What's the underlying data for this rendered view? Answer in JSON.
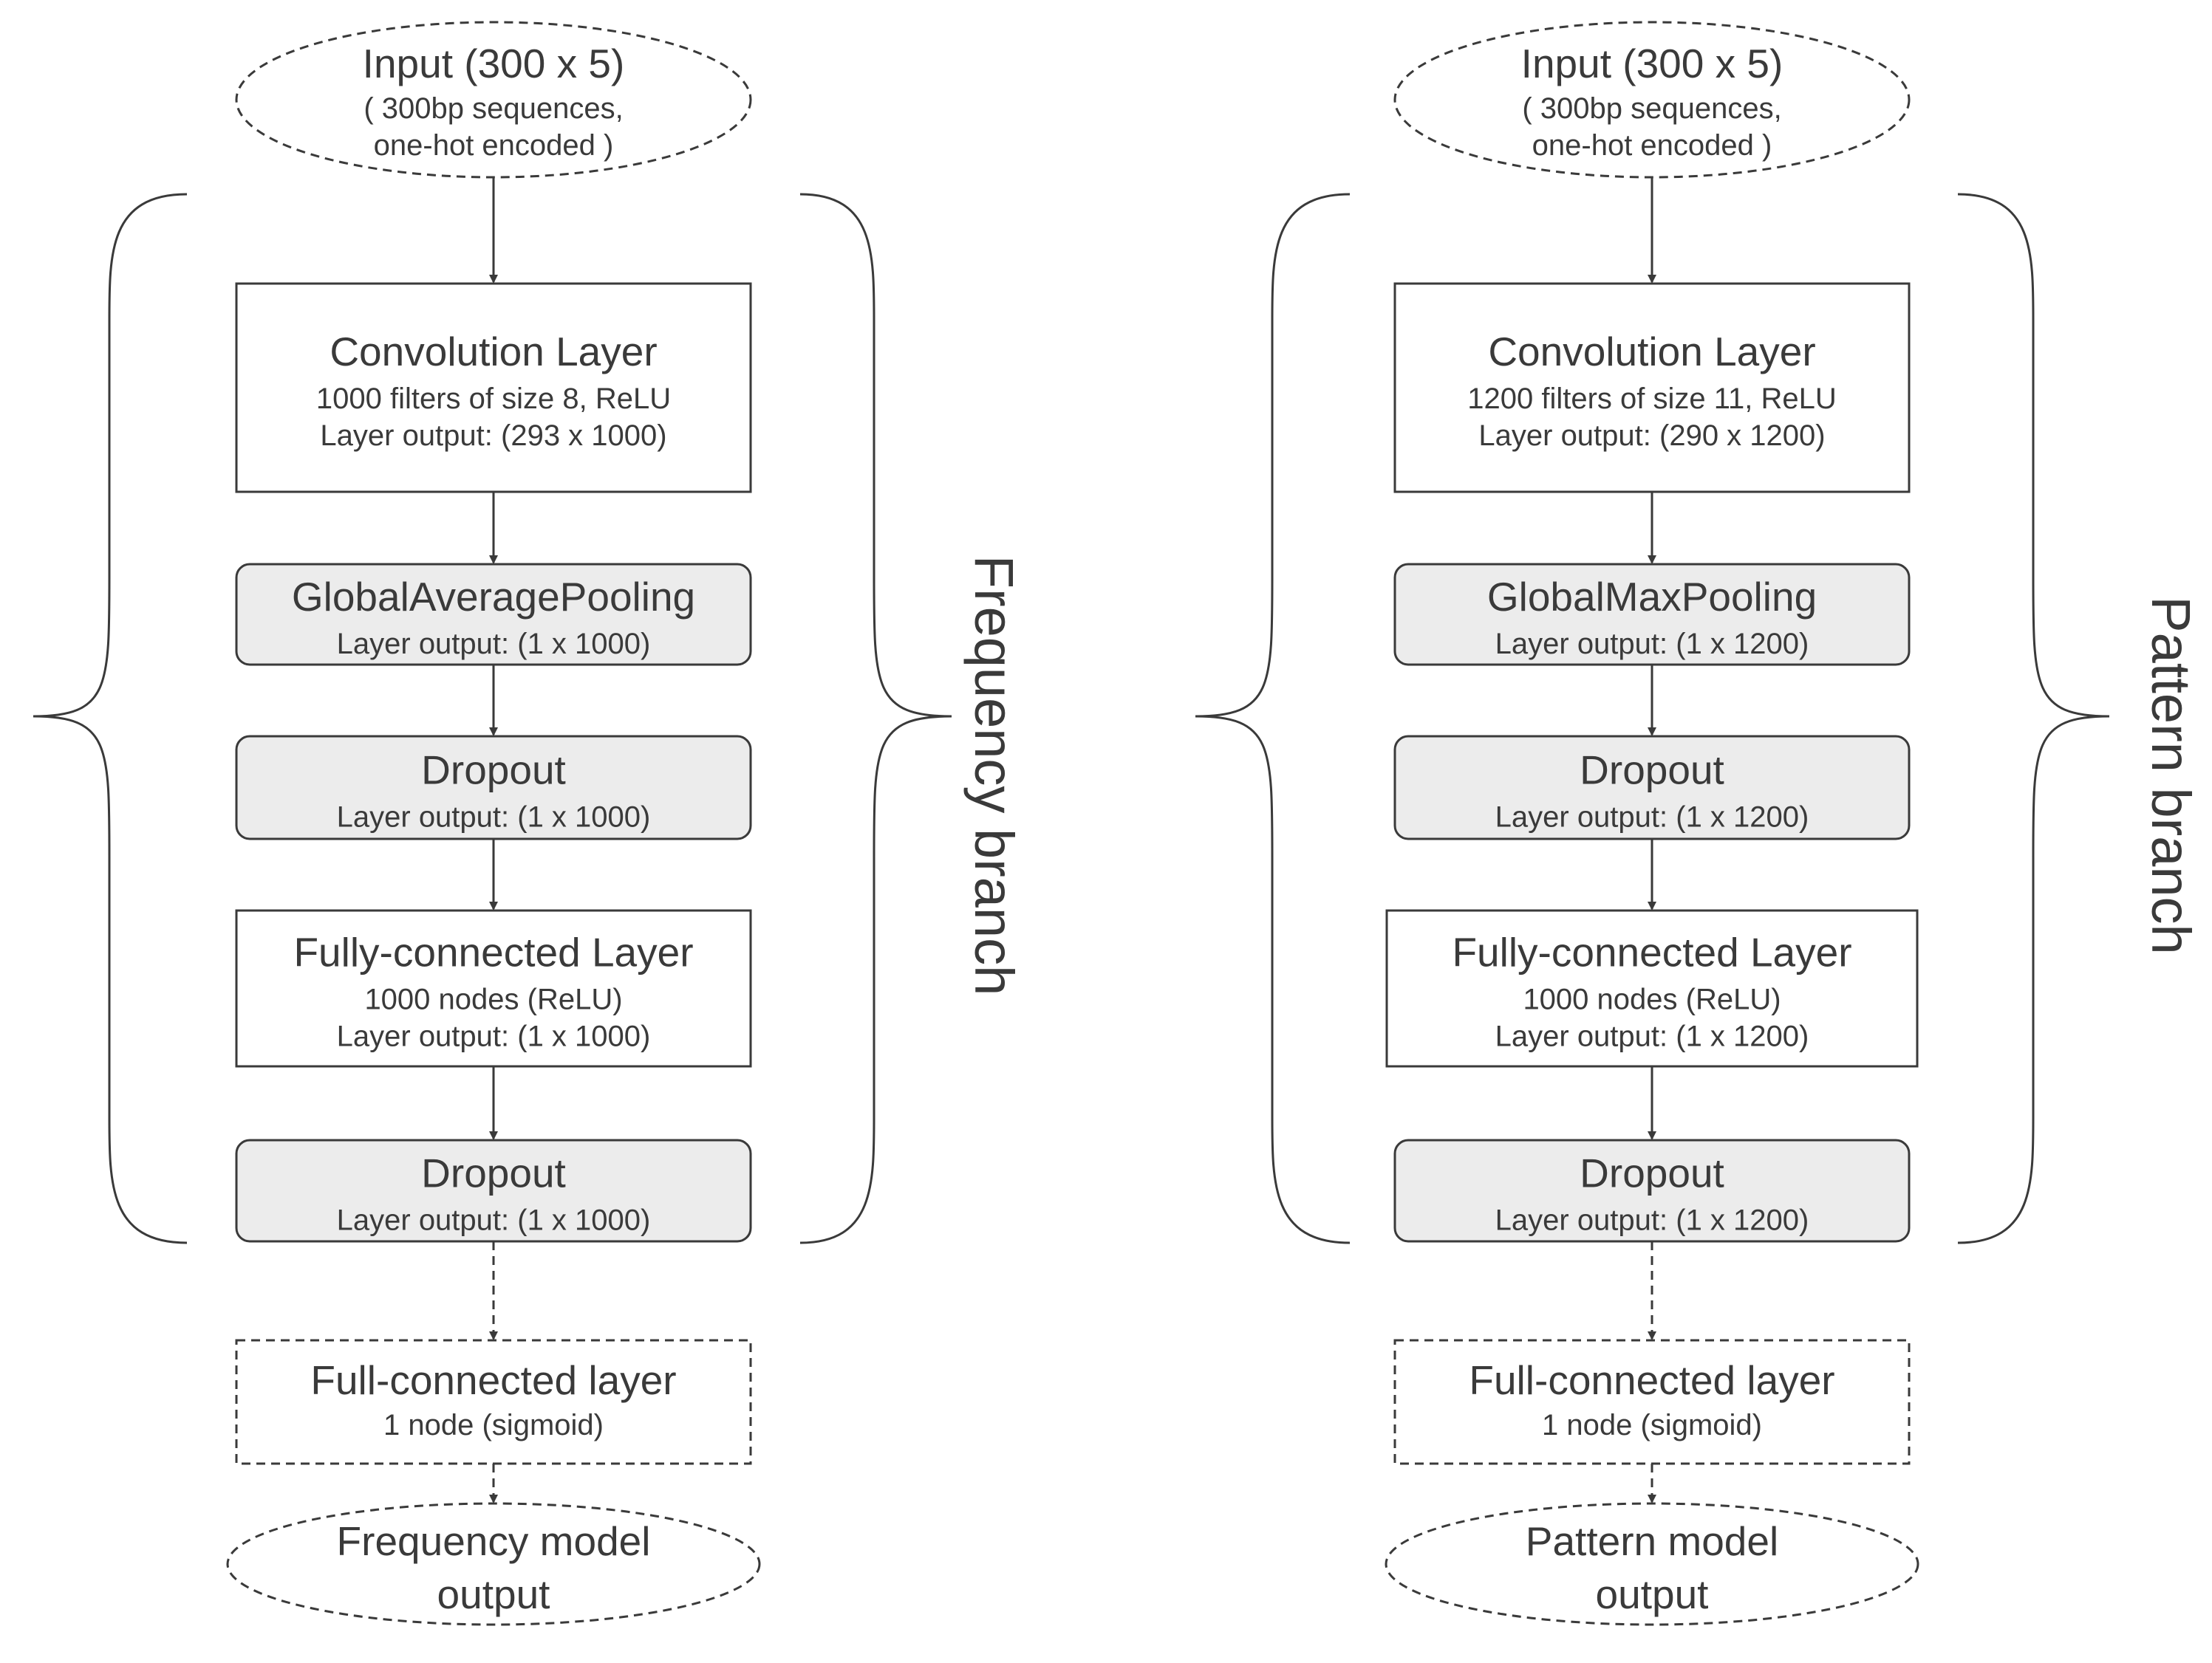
{
  "branches": [
    {
      "label": "Frequency branch",
      "input": {
        "title": "Input (300 x 5)",
        "lines": [
          "( 300bp sequences,",
          "one-hot encoded )"
        ]
      },
      "layers": [
        {
          "title": "Convolution Layer",
          "lines": [
            "1000 filters of size 8, ReLU",
            "Layer output: (293 x 1000)"
          ],
          "style": "solid"
        },
        {
          "title": "GlobalAveragePooling",
          "lines": [
            "Layer output: (1 x 1000)"
          ],
          "style": "shaded"
        },
        {
          "title": "Dropout",
          "lines": [
            "Layer output: (1 x 1000)"
          ],
          "style": "shaded"
        },
        {
          "title": "Fully-connected Layer",
          "lines": [
            "1000 nodes (ReLU)",
            "Layer output: (1 x 1000)"
          ],
          "style": "solid"
        },
        {
          "title": "Dropout",
          "lines": [
            "Layer output: (1 x 1000)"
          ],
          "style": "shaded"
        }
      ],
      "head": {
        "title": "Full-connected layer",
        "lines": [
          "1 node (sigmoid)"
        ]
      },
      "output": {
        "lines": [
          "Frequency model",
          "output"
        ]
      }
    },
    {
      "label": "Pattern branch",
      "input": {
        "title": "Input (300 x 5)",
        "lines": [
          "( 300bp sequences,",
          "one-hot encoded )"
        ]
      },
      "layers": [
        {
          "title": "Convolution Layer",
          "lines": [
            "1200 filters of size 11, ReLU",
            "Layer output: (290 x 1200)"
          ],
          "style": "solid"
        },
        {
          "title": "GlobalMaxPooling",
          "lines": [
            "Layer output: (1 x 1200)"
          ],
          "style": "shaded"
        },
        {
          "title": "Dropout",
          "lines": [
            "Layer output: (1 x 1200)"
          ],
          "style": "shaded"
        },
        {
          "title": "Fully-connected Layer",
          "lines": [
            "1000 nodes (ReLU)",
            "Layer output: (1 x 1200)"
          ],
          "style": "solid"
        },
        {
          "title": "Dropout",
          "lines": [
            "Layer output: (1 x 1200)"
          ],
          "style": "shaded"
        }
      ],
      "head": {
        "title": "Full-connected layer",
        "lines": [
          "1 node (sigmoid)"
        ]
      },
      "output": {
        "lines": [
          "Pattern model",
          "output"
        ]
      }
    }
  ]
}
